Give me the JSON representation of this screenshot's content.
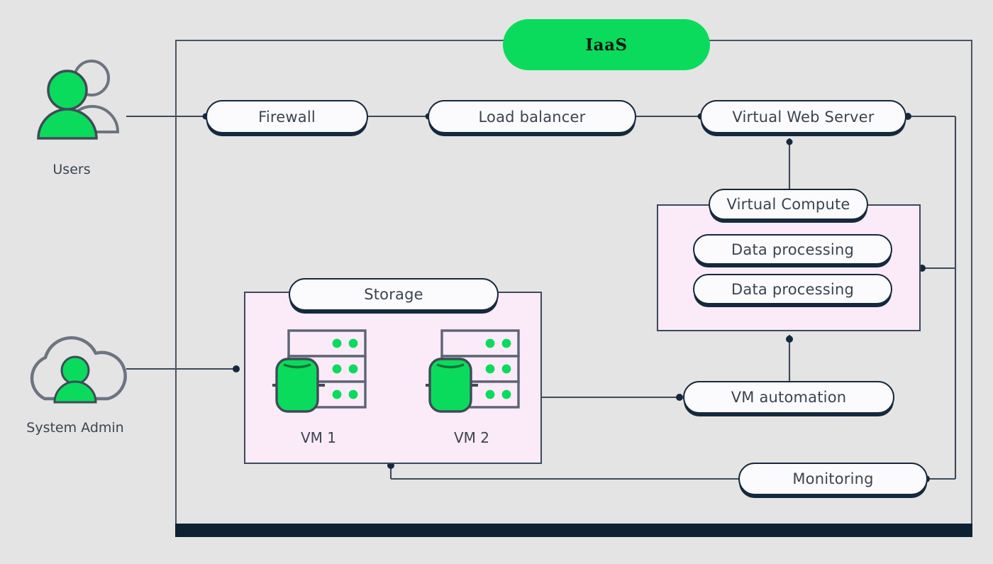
{
  "diagram": {
    "title": "IaaS",
    "background_color": "#e4e4e4",
    "accent_green": "#0bdb5c",
    "line_color": "#3c4a5a",
    "group_fill": "#fbeaf8",
    "frame_bottom_color": "#0e2233"
  },
  "actors": [
    {
      "id": "users",
      "label": "Users",
      "icon": "users-icon"
    },
    {
      "id": "system-admin",
      "label": "System Admin",
      "icon": "cloud-user-icon"
    }
  ],
  "nodes": [
    {
      "id": "iaas",
      "label": "IaaS",
      "style": "green-pill"
    },
    {
      "id": "firewall",
      "label": "Firewall",
      "style": "pill"
    },
    {
      "id": "load-balancer",
      "label": "Load balancer",
      "style": "pill"
    },
    {
      "id": "virtual-web-server",
      "label": "Virtual Web Server",
      "style": "pill"
    },
    {
      "id": "virtual-compute",
      "label": "Virtual Compute",
      "style": "pill"
    },
    {
      "id": "data-processing-1",
      "label": "Data processing",
      "style": "pill"
    },
    {
      "id": "data-processing-2",
      "label": "Data processing",
      "style": "pill"
    },
    {
      "id": "storage",
      "label": "Storage",
      "style": "pill"
    },
    {
      "id": "vm-automation",
      "label": "VM automation",
      "style": "pill"
    },
    {
      "id": "monitoring",
      "label": "Monitoring",
      "style": "pill"
    }
  ],
  "groups": [
    {
      "id": "compute-group",
      "title_node": "virtual-compute",
      "members": [
        "data-processing-1",
        "data-processing-2"
      ]
    },
    {
      "id": "storage-group",
      "title_node": "storage",
      "members": [
        "vm-1",
        "vm-2"
      ]
    }
  ],
  "vms": [
    {
      "id": "vm-1",
      "label": "VM 1",
      "icon": "server-rack-icon"
    },
    {
      "id": "vm-2",
      "label": "VM 2",
      "icon": "server-rack-icon"
    }
  ],
  "connections": [
    {
      "from": "users",
      "to": "firewall"
    },
    {
      "from": "firewall",
      "to": "load-balancer"
    },
    {
      "from": "load-balancer",
      "to": "virtual-web-server"
    },
    {
      "from": "virtual-compute",
      "to": "virtual-web-server"
    },
    {
      "from": "system-admin",
      "to": "storage-group"
    },
    {
      "from": "storage-group",
      "to": "vm-automation"
    },
    {
      "from": "vm-automation",
      "to": "compute-group"
    },
    {
      "from": "monitoring",
      "to": "storage-group"
    },
    {
      "from": "virtual-web-server",
      "to": "right-bus"
    },
    {
      "from": "compute-group",
      "to": "right-bus"
    },
    {
      "from": "monitoring",
      "to": "right-bus"
    }
  ]
}
